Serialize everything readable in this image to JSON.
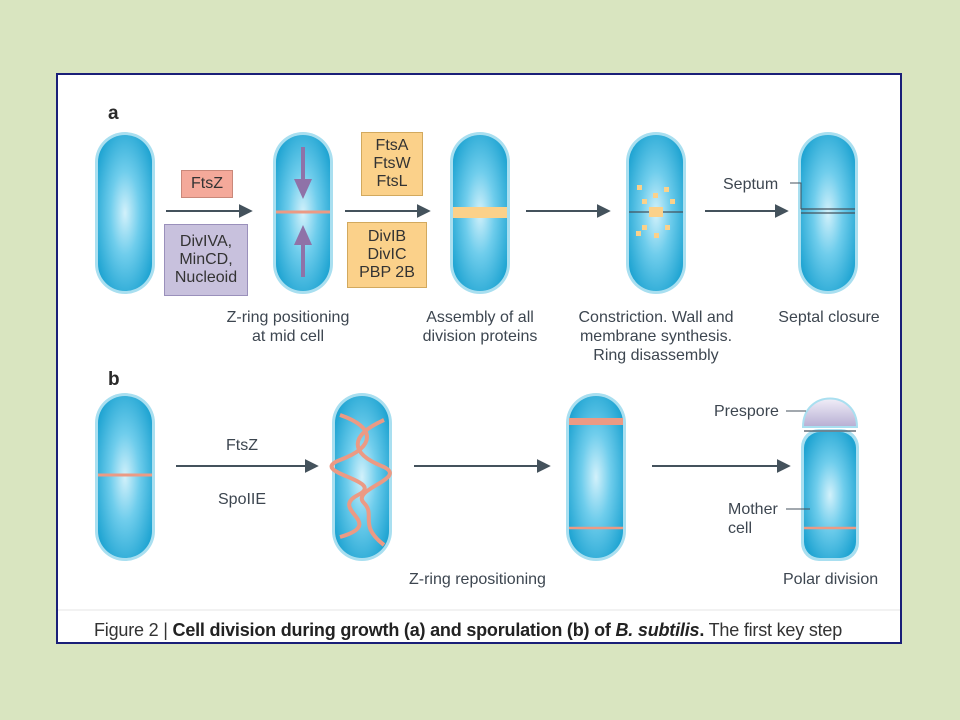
{
  "panels": {
    "a": "a",
    "b": "b"
  },
  "row_a": {
    "fts_z_label": "FtsZ",
    "inhibitors": [
      "DivIVA,",
      "MinCD,",
      "Nucleoid"
    ],
    "late_proteins_top": [
      "FtsA",
      "FtsW",
      "FtsL"
    ],
    "late_proteins_bottom": [
      "DivIB",
      "DivIC",
      "PBP 2B"
    ],
    "septum_label": "Septum",
    "stage_labels": {
      "positioning": [
        "Z-ring positioning",
        "at mid cell"
      ],
      "assembly": [
        "Assembly of all",
        "division proteins"
      ],
      "constriction": [
        "Constriction. Wall and",
        "membrane synthesis.",
        "Ring disassembly"
      ],
      "closure": [
        "Septal closure"
      ]
    }
  },
  "row_b": {
    "fts_z_label": "FtsZ",
    "spoiie_label": "SpoIIE",
    "prespore_label": "Prespore",
    "mother_cell_label": [
      "Mother",
      "cell"
    ],
    "repositioning_label": "Z-ring repositioning",
    "polar_division_label": "Polar division"
  },
  "caption": {
    "prefix": "Figure 2 | ",
    "bold": "Cell division during growth (a) and sporulation (b) of ",
    "bold_italic": "B. subtilis",
    "bold_end": ".",
    "suffix": " The first key step"
  },
  "colors": {
    "background": "#d9e5c0",
    "frame_border": "#1a1f78",
    "cell_fill": "#35b3dd",
    "z_ring": "#ec9a84",
    "ftsz_box": "#f4a99a",
    "inhibitor_box": "#c8c1dd",
    "late_protein_box": "#fbd18a",
    "arrow": "#44525c",
    "inhibitor_arrow": "#8f72a8"
  }
}
